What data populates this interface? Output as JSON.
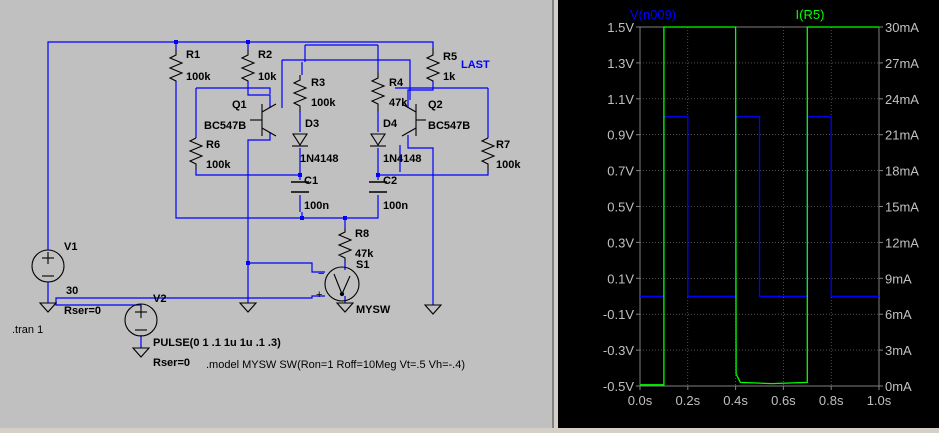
{
  "schematic": {
    "components": {
      "R1": {
        "name": "R1",
        "value": "100k"
      },
      "R2": {
        "name": "R2",
        "value": "10k"
      },
      "R3": {
        "name": "R3",
        "value": "100k"
      },
      "R4": {
        "name": "R4",
        "value": "47k"
      },
      "R5": {
        "name": "R5",
        "value": "1k"
      },
      "R6": {
        "name": "R6",
        "value": "100k"
      },
      "R7": {
        "name": "R7",
        "value": "100k"
      },
      "R8": {
        "name": "R8",
        "value": "47k"
      },
      "Q1": {
        "name": "Q1",
        "model": "BC547B"
      },
      "Q2": {
        "name": "Q2",
        "model": "BC547B"
      },
      "D3": {
        "name": "D3",
        "model": "1N4148"
      },
      "D4": {
        "name": "D4",
        "model": "1N4148"
      },
      "C1": {
        "name": "C1",
        "value": "100n"
      },
      "C2": {
        "name": "C2",
        "value": "100n"
      },
      "S1": {
        "name": "S1",
        "model": "MYSW"
      },
      "V1": {
        "name": "V1",
        "value": "30",
        "rser": "Rser=0"
      },
      "V2": {
        "name": "V2",
        "value": "PULSE(0 1 .1 1u 1u .1 .3)",
        "rser": "Rser=0"
      }
    },
    "net_label": "LAST",
    "directives": {
      "tran": ".tran 1",
      "model": ".model MYSW SW(Ron=1 Roff=10Meg Vt=.5 Vh=-.4)"
    },
    "colors": {
      "wire": "#0000ff",
      "component": "#000000",
      "junction": "#0000ff",
      "net_label": "#0000ff"
    }
  },
  "plot": {
    "traces": [
      {
        "name": "V(n009)",
        "color": "#0000ff"
      },
      {
        "name": "I(R5)",
        "color": "#00ff00"
      }
    ],
    "left_axis": {
      "ticks": [
        "1.5V",
        "1.3V",
        "1.1V",
        "0.9V",
        "0.7V",
        "0.5V",
        "0.3V",
        "0.1V",
        "-0.1V",
        "-0.3V",
        "-0.5V"
      ]
    },
    "right_axis": {
      "ticks": [
        "30mA",
        "27mA",
        "24mA",
        "21mA",
        "18mA",
        "15mA",
        "12mA",
        "9mA",
        "6mA",
        "3mA",
        "0mA"
      ]
    },
    "x_axis": {
      "ticks": [
        "0.0s",
        "0.2s",
        "0.4s",
        "0.6s",
        "0.8s",
        "1.0s"
      ]
    }
  },
  "chart_data": {
    "type": "line",
    "xlabel": "",
    "xlim": [
      0,
      1
    ],
    "ylim_left": [
      -0.5,
      1.5
    ],
    "ylim_right": [
      0,
      30
    ],
    "grid": true,
    "legend": "top",
    "series": [
      {
        "name": "V(n009)",
        "axis": "left",
        "color": "#0000ff",
        "x": [
          0,
          0.1,
          0.1,
          0.2,
          0.2,
          0.4,
          0.4,
          0.5,
          0.5,
          0.7,
          0.7,
          0.8,
          0.8,
          1.0
        ],
        "y": [
          0,
          0,
          1.0,
          1.0,
          0,
          0,
          1.0,
          1.0,
          0,
          0,
          1.0,
          1.0,
          0,
          0
        ]
      },
      {
        "name": "I(R5)",
        "axis": "right",
        "color": "#00ff00",
        "x": [
          0,
          0.1,
          0.1,
          0.4,
          0.402,
          0.42,
          0.55,
          0.7,
          0.7,
          1.0
        ],
        "y": [
          0.1,
          0.1,
          30,
          30,
          1.0,
          0.3,
          0.2,
          0.3,
          30,
          30
        ]
      }
    ]
  }
}
